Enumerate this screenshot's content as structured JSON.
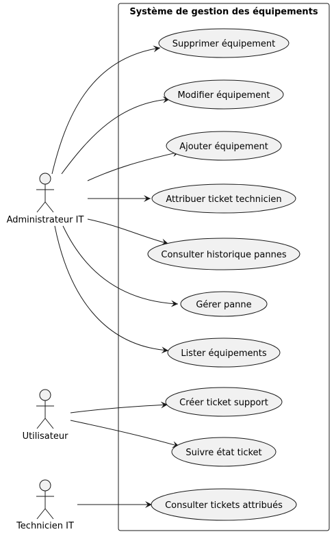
{
  "system": {
    "title": "Système de gestion des équipements"
  },
  "actors": [
    {
      "id": "admin",
      "label": "Administrateur IT"
    },
    {
      "id": "user",
      "label": "Utilisateur"
    },
    {
      "id": "tech",
      "label": "Technicien IT"
    }
  ],
  "use_cases": [
    {
      "id": "uc1",
      "label": "Supprimer équipement"
    },
    {
      "id": "uc2",
      "label": "Modifier équipement"
    },
    {
      "id": "uc3",
      "label": "Ajouter équipement"
    },
    {
      "id": "uc4",
      "label": "Attribuer ticket technicien"
    },
    {
      "id": "uc5",
      "label": "Consulter historique pannes"
    },
    {
      "id": "uc6",
      "label": "Gérer panne"
    },
    {
      "id": "uc7",
      "label": "Lister équipements"
    },
    {
      "id": "uc8",
      "label": "Créer ticket support"
    },
    {
      "id": "uc9",
      "label": "Suivre état ticket"
    },
    {
      "id": "uc10",
      "label": "Consulter tickets attribués"
    }
  ],
  "associations": [
    {
      "from": "admin",
      "to": "uc1"
    },
    {
      "from": "admin",
      "to": "uc2"
    },
    {
      "from": "admin",
      "to": "uc3"
    },
    {
      "from": "admin",
      "to": "uc4"
    },
    {
      "from": "admin",
      "to": "uc5"
    },
    {
      "from": "admin",
      "to": "uc6"
    },
    {
      "from": "admin",
      "to": "uc7"
    },
    {
      "from": "user",
      "to": "uc8"
    },
    {
      "from": "user",
      "to": "uc9"
    },
    {
      "from": "tech",
      "to": "uc10"
    }
  ],
  "colors": {
    "use_case_fill": "#f1f1f1",
    "stroke": "#181818",
    "actor_fill": "#f1f1f1"
  }
}
